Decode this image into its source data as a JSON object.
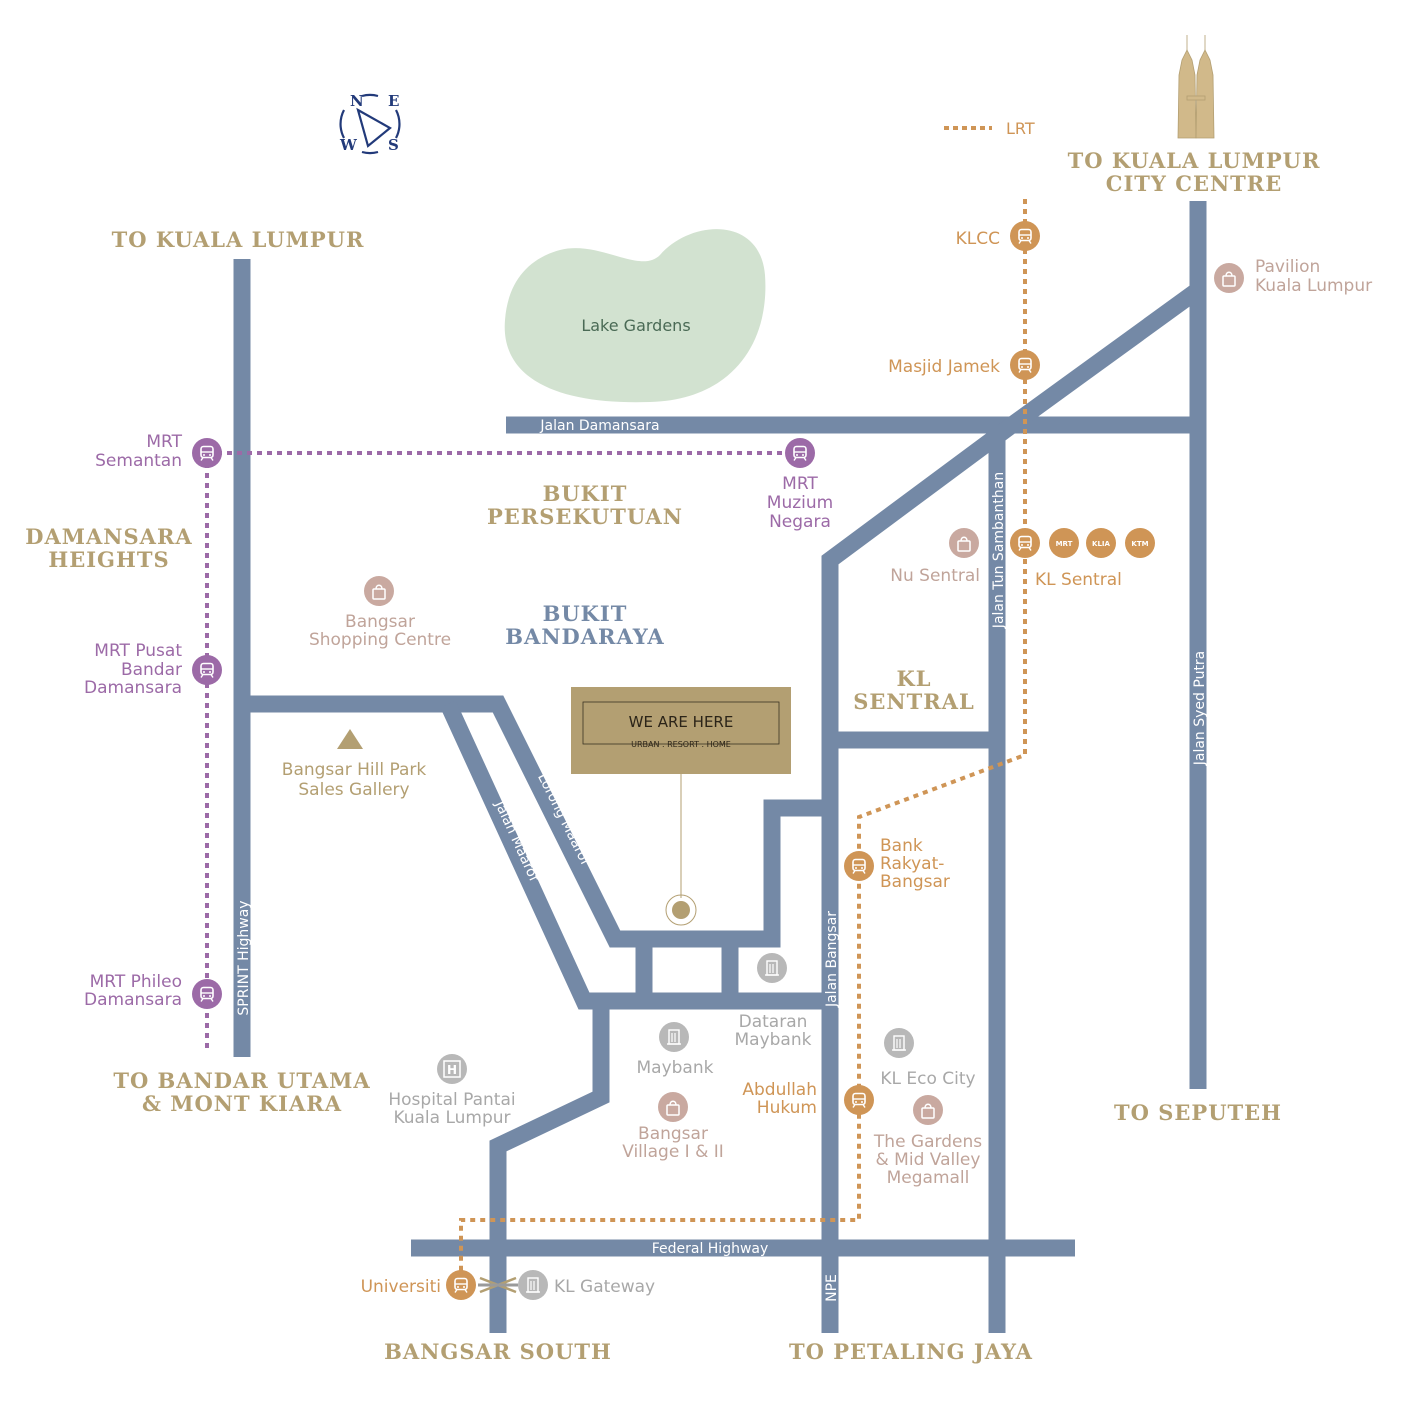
{
  "colors": {
    "road": "#7489a6",
    "gold": "#b39f72",
    "orange": "#cf9556",
    "purple": "#9c6aa7",
    "grey": "#a8a8a8",
    "lake": "#d2e2d0",
    "navy": "#223a7a"
  },
  "compass": {
    "n": "N",
    "e": "E",
    "w": "W",
    "s": "S"
  },
  "legend": {
    "lrt": "LRT"
  },
  "destinations": {
    "klcc_1": "TO KUALA LUMPUR",
    "klcc_2": "CITY CENTRE",
    "kl": "TO KUALA LUMPUR",
    "bandar_1": "TO BANDAR UTAMA",
    "bandar_2": "& MONT KIARA",
    "seputeh": "TO SEPUTEH",
    "bangsar_south": "BANGSAR SOUTH",
    "pj": "TO PETALING JAYA"
  },
  "areas": {
    "damansara_1": "DAMANSARA",
    "damansara_2": "HEIGHTS",
    "persekutuan_1": "BUKIT",
    "persekutuan_2": "PERSEKUTUAN",
    "bandaraya_1": "BUKIT",
    "bandaraya_2": "BANDARAYA",
    "kl_sentral_1": "KL",
    "kl_sentral_2": "SENTRAL"
  },
  "lake": "Lake Gardens",
  "roads": {
    "damansara": "Jalan Damansara",
    "sprint": "SPRINT Highway",
    "maarof": "Jalan Maarof",
    "lorong_maarof": "Lorong Maarof",
    "bangsar": "Jalan Bangsar",
    "tun_sambanthan": "Jalan Tun Sambanthan",
    "syed_putra": "Jalan Syed Putra",
    "federal": "Federal Highway",
    "npe": "NPE"
  },
  "mrt": {
    "semantan_1": "MRT",
    "semantan_2": "Semantan",
    "muzium_1": "MRT",
    "muzium_2": "Muzium",
    "muzium_3": "Negara",
    "pusat_1": "MRT Pusat",
    "pusat_2": "Bandar",
    "pusat_3": "Damansara",
    "phileo_1": "MRT Phileo",
    "phileo_2": "Damansara"
  },
  "lrt": {
    "klcc": "KLCC",
    "masjid": "Masjid Jamek",
    "kl_sentral": "KL Sentral",
    "bank_1": "Bank",
    "bank_2": "Rakyat-",
    "bank_3": "Bangsar",
    "abdullah_1": "Abdullah",
    "abdullah_2": "Hukum",
    "universiti": "Universiti"
  },
  "places": {
    "pavilion_1": "Pavilion",
    "pavilion_2": "Kuala Lumpur",
    "nu_sentral": "Nu Sentral",
    "bsc_1": "Bangsar",
    "bsc_2": "Shopping Centre",
    "hill_1": "Bangsar Hill Park",
    "hill_2": "Sales Gallery",
    "dataran_1": "Dataran",
    "dataran_2": "Maybank",
    "maybank": "Maybank",
    "eco": "KL Eco City",
    "gardens_1": "The Gardens",
    "gardens_2": "& Mid Valley",
    "gardens_3": "Megamall",
    "village_1": "Bangsar",
    "village_2": "Village I & II",
    "hospital_1": "Hospital Pantai",
    "hospital_2": "Kuala Lumpur",
    "gateway": "KL Gateway"
  },
  "sentral_badges": {
    "b1": "MRT",
    "b2": "KLIA",
    "b3": "KTM"
  },
  "here": {
    "title": "WE ARE HERE",
    "subtitle": "URBAN . RESORT . HOME"
  }
}
